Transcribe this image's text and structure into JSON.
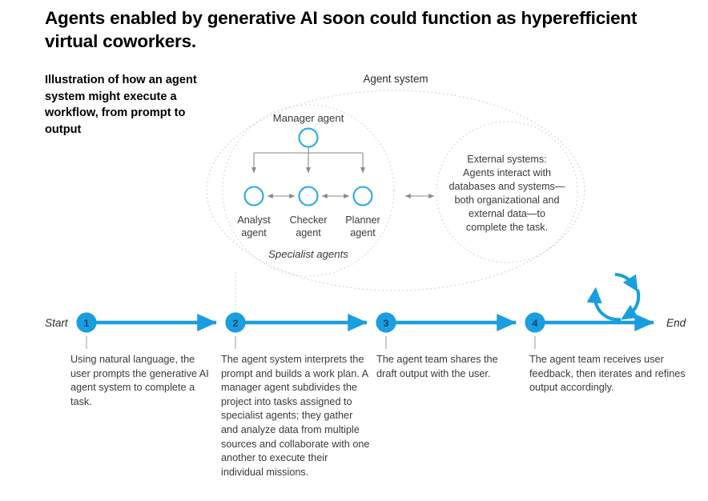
{
  "colors": {
    "brand_blue": "#1a9ee0",
    "node_outline_blue": "#29abe2",
    "timeline_blue": "#1a9ee0",
    "arrow_gray": "#8a8a8a",
    "dotted_gray": "#bdbdbd",
    "text_dark": "#000000",
    "text_body": "#3a3a3a",
    "step_number": "#10416b"
  },
  "header": {
    "title": "Agents enabled by generative AI soon could function as hyperefficient virtual coworkers.",
    "subtitle": "Illustration of how an agent system might execute a workflow, from prompt to output"
  },
  "diagram": {
    "system_label": "Agent system",
    "manager": {
      "label": "Manager agent"
    },
    "specialists_group_label": "Specialist agents",
    "specialists": [
      {
        "line1": "Analyst",
        "line2": "agent"
      },
      {
        "line1": "Checker",
        "line2": "agent"
      },
      {
        "line1": "Planner",
        "line2": "agent"
      }
    ],
    "external": {
      "lines": [
        "External systems:",
        "Agents interact with",
        "databases and systems—",
        "both organizational and",
        "external data—to",
        "complete the task."
      ]
    }
  },
  "timeline": {
    "start_label": "Start",
    "end_label": "End",
    "steps": [
      {
        "number": "1",
        "caption": "Using natural language, the user prompts the generative AI agent system to complete a task."
      },
      {
        "number": "2",
        "caption": "The agent system interprets the prompt and builds a work plan. A manager agent subdivides the project into tasks assigned to specialist agents; they gather and analyze data from multiple sources and collaborate with one another to execute their individual missions."
      },
      {
        "number": "3",
        "caption": "The agent team shares the draft output with the user."
      },
      {
        "number": "4",
        "caption": "The agent team receives user feedback, then iterates and refines output accordingly."
      }
    ],
    "loop_icon_name": "iteration-loop-icon"
  }
}
